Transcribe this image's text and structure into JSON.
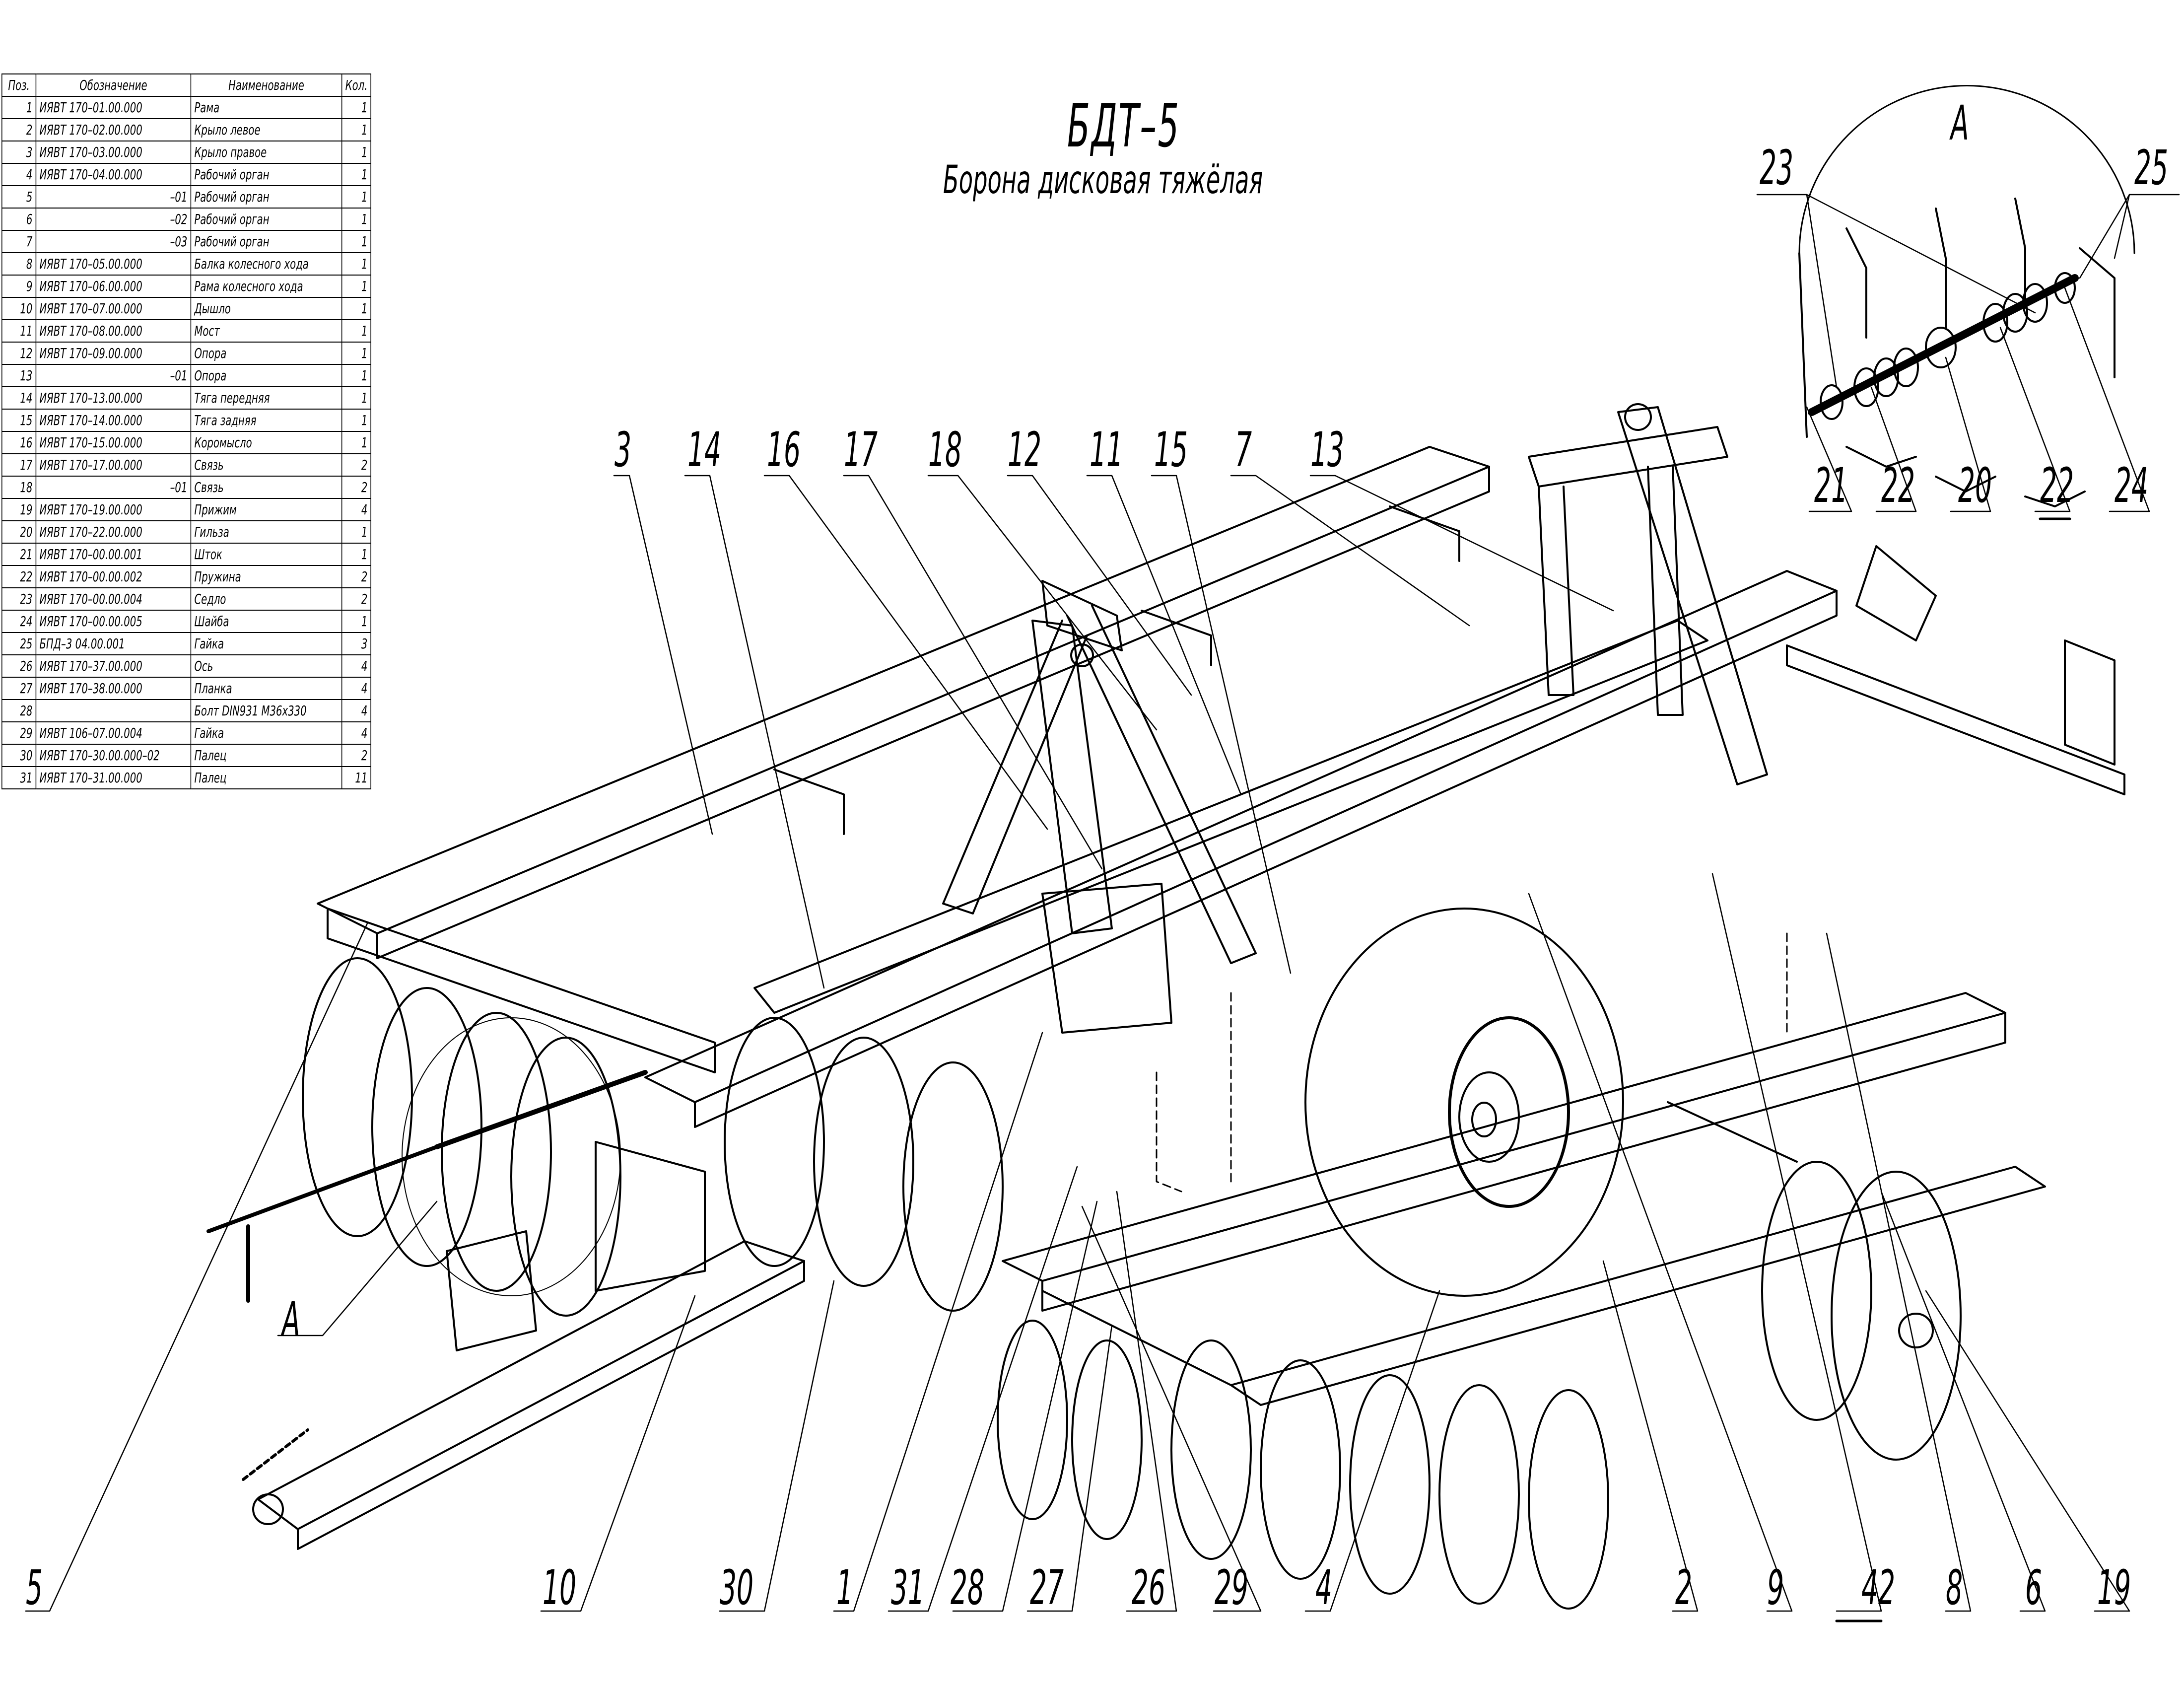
{
  "title": "БДТ–5",
  "subtitle": "Борона дисковая тяжёлая",
  "parts_table": {
    "headers": {
      "pos": "Поз.",
      "designation": "Обозначение",
      "name": "Наименование",
      "qty": "Кол."
    },
    "rows": [
      {
        "pos": "1",
        "designation": "ИЯВТ 170–01.00.000",
        "name": "Рама",
        "qty": "1"
      },
      {
        "pos": "2",
        "designation": "ИЯВТ 170–02.00.000",
        "name": "Крыло левое",
        "qty": "1"
      },
      {
        "pos": "3",
        "designation": "ИЯВТ 170–03.00.000",
        "name": "Крыло правое",
        "qty": "1"
      },
      {
        "pos": "4",
        "designation": "ИЯВТ 170–04.00.000",
        "name": "Рабочий орган",
        "qty": "1"
      },
      {
        "pos": "5",
        "designation": "–01",
        "name": "Рабочий орган",
        "qty": "1"
      },
      {
        "pos": "6",
        "designation": "–02",
        "name": "Рабочий орган",
        "qty": "1"
      },
      {
        "pos": "7",
        "designation": "–03",
        "name": "Рабочий орган",
        "qty": "1"
      },
      {
        "pos": "8",
        "designation": "ИЯВТ 170–05.00.000",
        "name": "Балка колесного хода",
        "qty": "1"
      },
      {
        "pos": "9",
        "designation": "ИЯВТ 170–06.00.000",
        "name": "Рама колесного хода",
        "qty": "1"
      },
      {
        "pos": "10",
        "designation": "ИЯВТ 170–07.00.000",
        "name": "Дышло",
        "qty": "1"
      },
      {
        "pos": "11",
        "designation": "ИЯВТ 170–08.00.000",
        "name": "Мост",
        "qty": "1"
      },
      {
        "pos": "12",
        "designation": "ИЯВТ 170–09.00.000",
        "name": "Опора",
        "qty": "1"
      },
      {
        "pos": "13",
        "designation": "–01",
        "name": "Опора",
        "qty": "1"
      },
      {
        "pos": "14",
        "designation": "ИЯВТ 170–13.00.000",
        "name": "Тяга передняя",
        "qty": "1"
      },
      {
        "pos": "15",
        "designation": "ИЯВТ 170–14.00.000",
        "name": "Тяга задняя",
        "qty": "1"
      },
      {
        "pos": "16",
        "designation": "ИЯВТ 170–15.00.000",
        "name": "Коромысло",
        "qty": "1"
      },
      {
        "pos": "17",
        "designation": "ИЯВТ 170–17.00.000",
        "name": "Связь",
        "qty": "2"
      },
      {
        "pos": "18",
        "designation": "–01",
        "name": "Связь",
        "qty": "2"
      },
      {
        "pos": "19",
        "designation": "ИЯВТ 170–19.00.000",
        "name": "Прижим",
        "qty": "4"
      },
      {
        "pos": "20",
        "designation": "ИЯВТ 170–22.00.000",
        "name": "Гильза",
        "qty": "1"
      },
      {
        "pos": "21",
        "designation": "ИЯВТ 170–00.00.001",
        "name": "Шток",
        "qty": "1"
      },
      {
        "pos": "22",
        "designation": "ИЯВТ 170–00.00.002",
        "name": "Пружина",
        "qty": "2"
      },
      {
        "pos": "23",
        "designation": "ИЯВТ 170–00.00.004",
        "name": "Седло",
        "qty": "2"
      },
      {
        "pos": "24",
        "designation": "ИЯВТ 170–00.00.005",
        "name": "Шайба",
        "qty": "1"
      },
      {
        "pos": "25",
        "designation": "БПД–3 04.00.001",
        "name": "Гайка",
        "qty": "3"
      },
      {
        "pos": "26",
        "designation": "ИЯВТ 170–37.00.000",
        "name": "Ось",
        "qty": "4"
      },
      {
        "pos": "27",
        "designation": "ИЯВТ 170–38.00.000",
        "name": "Планка",
        "qty": "4"
      },
      {
        "pos": "28",
        "designation": "",
        "name": "Болт DIN931 M36x330",
        "qty": "4"
      },
      {
        "pos": "29",
        "designation": "ИЯВТ 106–07.00.004",
        "name": "Гайка",
        "qty": "4"
      },
      {
        "pos": "30",
        "designation": "ИЯВТ 170–30.00.000–02",
        "name": "Палец",
        "qty": "2"
      },
      {
        "pos": "31",
        "designation": "ИЯВТ 170–31.00.000",
        "name": "Палец",
        "qty": "11"
      }
    ]
  },
  "callouts_top": [
    "3",
    "14",
    "16",
    "17",
    "18",
    "12",
    "11",
    "15",
    "7",
    "13"
  ],
  "callouts_bottom": [
    "5",
    "10",
    "30",
    "1",
    "31",
    "28",
    "27",
    "26",
    "29",
    "4",
    "2",
    "9",
    "42",
    "8",
    "6",
    "19"
  ],
  "detail_view": {
    "label": "A",
    "callouts_top": [
      "23",
      "25"
    ],
    "callouts_bottom": [
      "21",
      "22",
      "20",
      "22",
      "24"
    ]
  },
  "view_marker_label": "A"
}
